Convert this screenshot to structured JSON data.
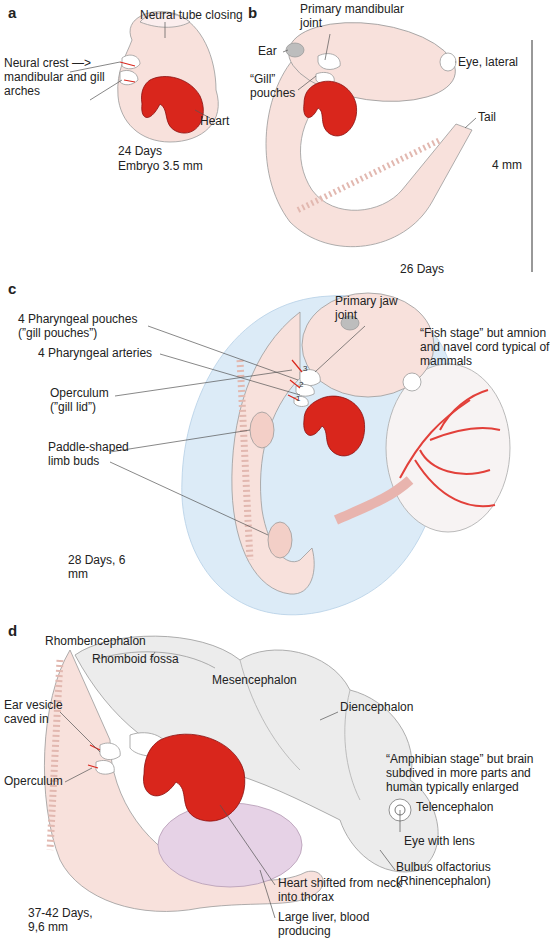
{
  "diagram": {
    "labels": [
      "a",
      "Neural tube closing",
      "Neural crest —> mandibular and gill arches",
      "Heart",
      "24 Days",
      "Embryo 3.5 mm",
      "b",
      "Primary mandibular joint",
      "Ear",
      "Eye, lateral",
      "“Gill” pouches",
      "Tail",
      "4 mm",
      "26 Days",
      "c",
      "Primary jaw joint",
      "4 Pharyngeal pouches (”gill pouches”)",
      "4 Pharyngeal arteries",
      "Operculum (”gill lid”)",
      "3",
      "2",
      "1",
      "Paddle-shaped limb buds",
      "“Fish stage” but amnion and navel cord typical of mammals",
      "28 Days, 6 mm",
      "d",
      "Rhombencephalon",
      "Rhomboid fossa",
      "Mesencephalon",
      "Diencephalon",
      "Ear vesicle caved in",
      "Operculum",
      "“Amphibian stage” but brain subdived in more parts and human typically enlarged",
      "Telencephalon",
      "Eye with lens",
      "Bulbus olfactorius (Rhinencephalon)",
      "Heart shifted from neck into thorax",
      "Large liver, blood producing",
      "37-42 Days, 9,6 mm"
    ]
  }
}
